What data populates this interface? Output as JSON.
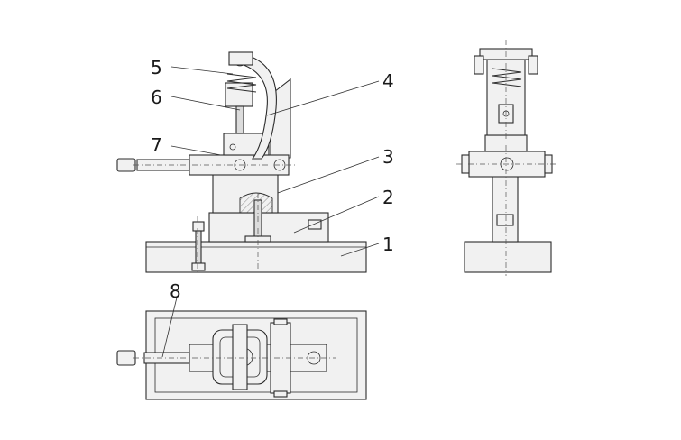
{
  "callouts": [
    {
      "id": "1",
      "text": "1"
    },
    {
      "id": "2",
      "text": "2"
    },
    {
      "id": "3",
      "text": "3"
    },
    {
      "id": "4",
      "text": "4"
    },
    {
      "id": "5",
      "text": "5"
    },
    {
      "id": "6",
      "text": "6"
    },
    {
      "id": "7",
      "text": "7"
    },
    {
      "id": "8",
      "text": "8"
    }
  ],
  "colors": {
    "line": "#2b2b2b",
    "fill": "#f1f1f1",
    "background": "#ffffff"
  }
}
